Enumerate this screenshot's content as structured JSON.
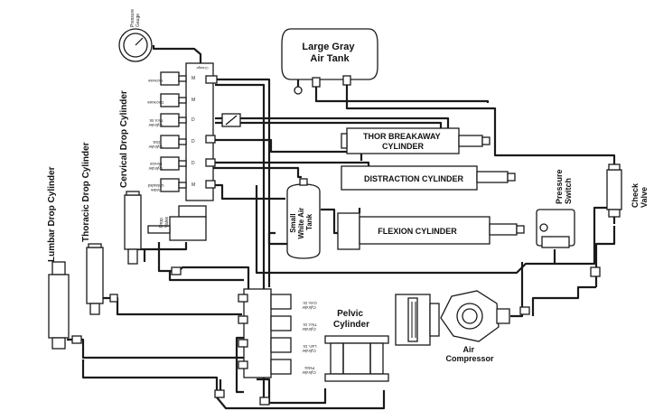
{
  "labels": {
    "large_air_tank": [
      "Large Gray",
      "Air Tank"
    ],
    "small_air_tank": [
      "Small",
      "White Air",
      "Tank"
    ],
    "pressure_gauge": [
      "Pressure",
      "Gauge"
    ],
    "thor_breakaway": [
      "THOR BREAKAWAY",
      "CYLINDER"
    ],
    "distraction": "DISTRACTION CYLINDER",
    "flexion": "FLEXION CYLINDER",
    "pelvic": [
      "Pelvic",
      "Cylinder"
    ],
    "air_compressor": [
      "Air",
      "Compressor"
    ],
    "pressure_switch": [
      "Pressure",
      "Switch"
    ],
    "check_valve": [
      "Check",
      "Valve"
    ],
    "lumbar_drop": "Lumbar Drop Cylinder",
    "thoracic_drop": "Thoracic Drop Cylinder",
    "cervical_drop": "Cervical Drop Cylinder",
    "drop_valve": [
      "Drop",
      "Valve"
    ]
  },
  "manifold_top": {
    "header": "Charge",
    "items": [
      {
        "label": [
          "Increase"
        ],
        "port": "M"
      },
      {
        "label": [
          "Decrease"
        ],
        "port": "M"
      },
      {
        "label": [
          "Thor. Br.",
          "Cylinder"
        ],
        "port": "D"
      },
      {
        "label": [
          "Dist.",
          "Cylinder"
        ],
        "port": "D"
      },
      {
        "label": [
          "Flexion",
          "Cylinder"
        ],
        "port": "D"
      },
      {
        "label": [
          "Unloaded",
          "Valve"
        ],
        "port": "M"
      }
    ]
  },
  "manifold_bottom": {
    "items": [
      {
        "label": [
          "Cerv. Dr.",
          "Cylinder"
        ]
      },
      {
        "label": [
          "Thor. Dr.",
          "Cylinder"
        ]
      },
      {
        "label": [
          "Lum. Dr.",
          "Cylinder"
        ]
      },
      {
        "label": [
          "Pelvic",
          "Cylinder"
        ]
      }
    ]
  }
}
